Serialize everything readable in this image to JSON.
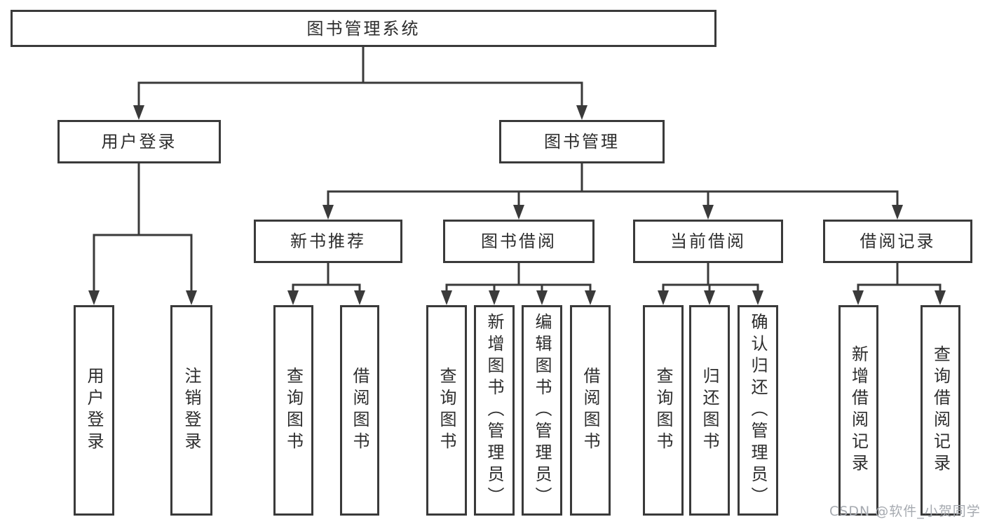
{
  "colors": {
    "line": "#3a3a3a",
    "text": "#2d2d2d",
    "watermark": "#a6aab0",
    "background": "#ffffff"
  },
  "watermark": {
    "text": "CSDN @软件_小贺同学"
  },
  "tree": {
    "root": {
      "label": "图书管理系统",
      "children": [
        {
          "label": "用户登录",
          "children": [
            {
              "label": "用户登录"
            },
            {
              "label": "注销登录"
            }
          ]
        },
        {
          "label": "图书管理",
          "children": [
            {
              "label": "新书推荐",
              "children": [
                {
                  "label": "查询图书"
                },
                {
                  "label": "借阅图书"
                }
              ]
            },
            {
              "label": "图书借阅",
              "children": [
                {
                  "label": "查询图书"
                },
                {
                  "label": "新增图书（管理员）"
                },
                {
                  "label": "编辑图书（管理员）"
                },
                {
                  "label": "借阅图书"
                }
              ]
            },
            {
              "label": "当前借阅",
              "children": [
                {
                  "label": "查询图书"
                },
                {
                  "label": "归还图书"
                },
                {
                  "label": "确认归还（管理员）"
                }
              ]
            },
            {
              "label": "借阅记录",
              "children": [
                {
                  "label": "新增借阅记录"
                },
                {
                  "label": "查询借阅记录"
                }
              ]
            }
          ]
        }
      ]
    }
  }
}
